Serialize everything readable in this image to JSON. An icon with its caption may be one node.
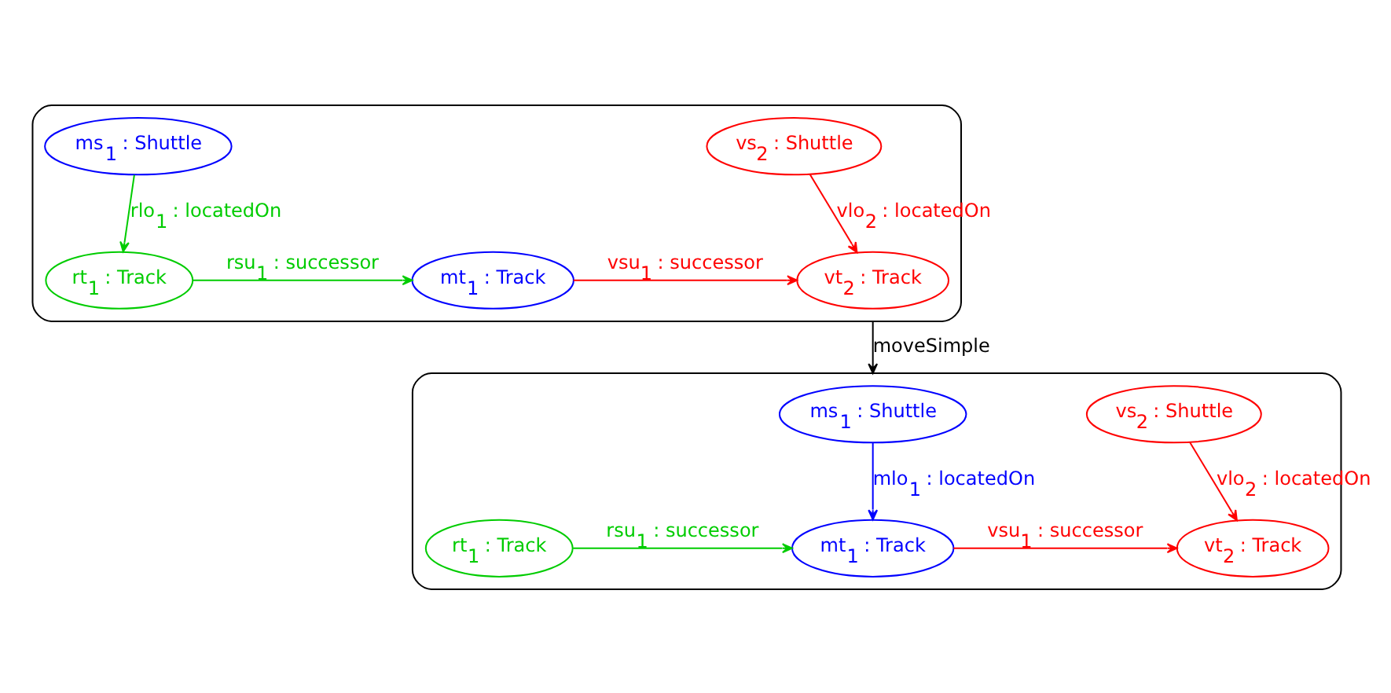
{
  "diagram": {
    "nodes": [
      {
        "text": [],
        "shape": "box"
      },
      {
        "text": [
          "ms$_{1}$ : Shuttle"
        ],
        "in": 0
      },
      {
        "text": [
          "vs$_{2}$ : Shuttle"
        ],
        "in": 0
      },
      {
        "text": [
          "rt$_{1}$ : Track"
        ],
        "in": 0
      },
      {
        "text": [
          "mt$_{1}$ : Track"
        ],
        "in": 0
      },
      {
        "text": [
          "vt$_{2}$ : Track"
        ],
        "in": 0
      },
      {
        "text": [],
        "shape": "box"
      },
      {
        "text": [
          "ms$_{1}$ : Shuttle"
        ],
        "in": 6
      },
      {
        "text": [
          "vs$_{2}$ : Shuttle"
        ],
        "in": 6
      },
      {
        "text": [
          "rt$_{1}$ : Track"
        ],
        "in": 6
      },
      {
        "text": [
          "mt$_{1}$ : Track"
        ],
        "in": 6
      },
      {
        "text": [
          "vt$_{2}$ : Track"
        ],
        "in": 6
      }
    ],
    "edges": [
      {
        "from": 1,
        "to": 3,
        "arrow": "to",
        "label": "rlo$_{1}$ : locatedOn",
        "color": "#00cc00"
      },
      {
        "from": 3,
        "to": 4,
        "arrow": "to",
        "label": "rsu$_{1}$ : successor",
        "color": "#00cc00"
      },
      {
        "from": 4,
        "to": 5,
        "arrow": "to",
        "label": "vsu$_{1}$ : successor",
        "color": "#ff0000"
      },
      {
        "from": 2,
        "to": 5,
        "arrow": "to",
        "label": "vlo$_{2}$ : locatedOn",
        "color": "#ff0000"
      },
      {
        "from": 0,
        "to": 6,
        "arrow": "to",
        "label": "moveSimple",
        "color": "#000000"
      },
      {
        "from": 7,
        "to": 10,
        "arrow": "to",
        "label": "mlo$_{1}$ : locatedOn",
        "color": "#0000ff"
      },
      {
        "from": 9,
        "to": 10,
        "arrow": "to",
        "label": "rsu$_{1}$ : successor",
        "color": "#00cc00"
      },
      {
        "from": 10,
        "to": 11,
        "arrow": "to",
        "label": "vsu$_{1}$ : successor",
        "color": "#ff0000"
      },
      {
        "from": 8,
        "to": 11,
        "arrow": "to",
        "label": "vlo$_{2}$ : locatedOn",
        "color": "#ff0000"
      }
    ]
  }
}
